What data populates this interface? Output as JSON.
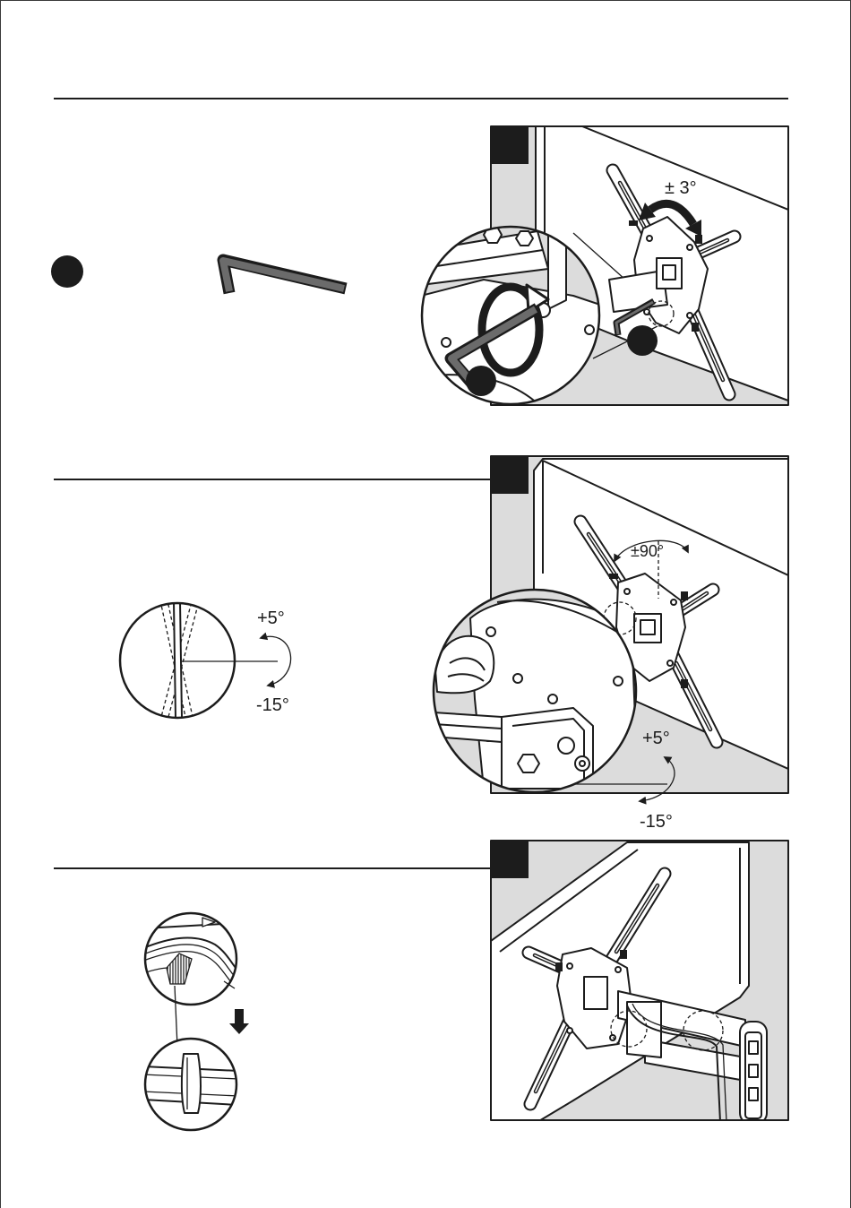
{
  "colors": {
    "ink": "#1c1c1c",
    "wall": "#dcdcdc",
    "paper": "#ffffff",
    "key": "#6b6b6b"
  },
  "section_1": {
    "icons": [
      "step-marker-dot",
      "hex-key-icon"
    ],
    "figure": {
      "tilt_range_label": "± 3°",
      "icons": [
        "curved-double-arrow-icon",
        "rotate-arrow-icon",
        "step-marker-dot"
      ]
    }
  },
  "section_2": {
    "tilt_diagram": {
      "tilt_up_label": "+5°",
      "tilt_down_label": "-15°"
    },
    "figure": {
      "swivel_label": "±90°",
      "tilt_up_label": "+5°",
      "tilt_down_label": "-15°"
    }
  },
  "section_3": {
    "icons": [
      "cable-clip-detail",
      "down-arrow-icon",
      "cable-clip-detail"
    ]
  }
}
